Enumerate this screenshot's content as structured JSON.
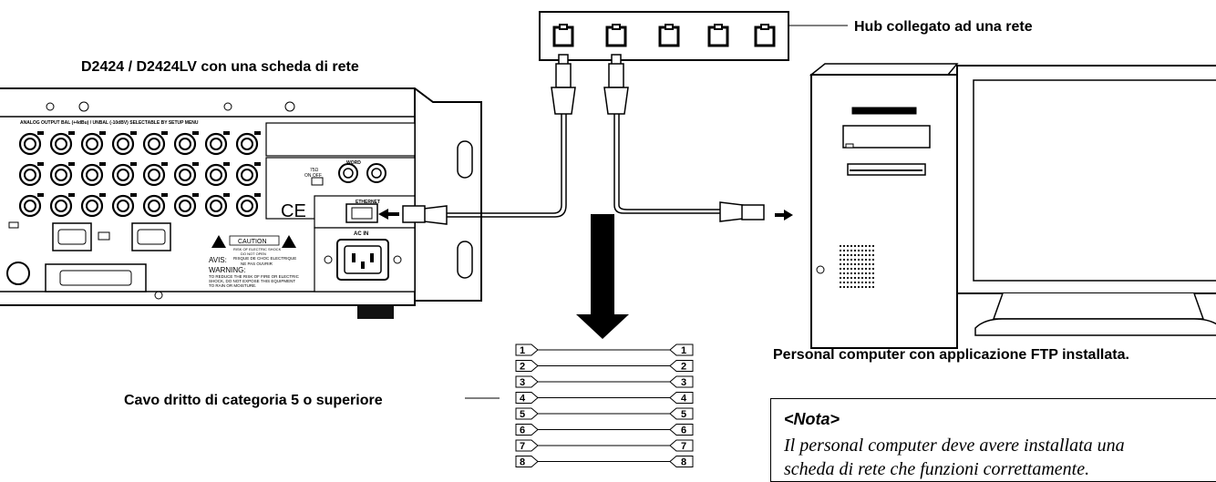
{
  "labels": {
    "device_title": "D2424 / D2424LV con una scheda di rete",
    "hub": "Hub collegato ad una rete",
    "pc_caption": "Personal computer con applicazione FTP installata.",
    "cable": "Cavo dritto di categoria 5 o superiore"
  },
  "note": {
    "title": "<Nota>",
    "body_line1": "Il personal computer deve avere installata una",
    "body_line2": "scheda di rete che funzioni correttamente."
  },
  "panel": {
    "caution": "CAUTION",
    "risk": "RISK OF ELECTRIC SHOCK",
    "do_not_open": "DO NOT OPEN",
    "avis": "AVIS:",
    "avis_text1": "RISQUE DE CHOC ELECTRIQUE",
    "avis_text2": "NE PAS OUVRIR",
    "warning": "WARNING:",
    "warn1": "TO REDUCE THE RISK OF FIRE OR ELECTRIC",
    "warn2": "SHOCK, DO NOT EXPOSE THIS EQUIPMENT",
    "warn3": "TO RAIN OR MOISTURE.",
    "ce": "CE",
    "ac_in": "AC IN",
    "word": "WORD",
    "ethernet": "ETHERNET"
  },
  "pins": [
    "1",
    "2",
    "3",
    "4",
    "5",
    "6",
    "7",
    "8"
  ]
}
